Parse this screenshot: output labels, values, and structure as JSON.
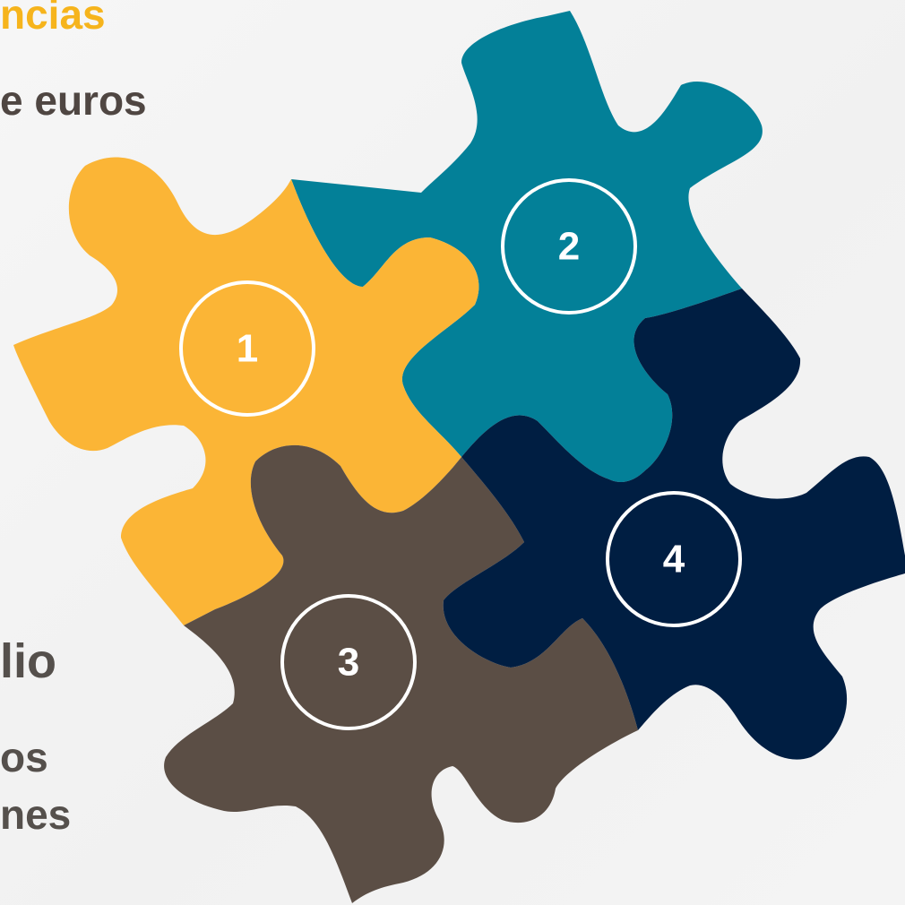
{
  "text": {
    "title_fragment": "ncias",
    "subtitle_fragment": "e euros",
    "heading2_fragment": "lio",
    "line2a_fragment": "os",
    "line2b_fragment": "nes"
  },
  "puzzle": {
    "pieces": [
      {
        "number": "1",
        "color": "#fbb536"
      },
      {
        "number": "2",
        "color": "#038098"
      },
      {
        "number": "3",
        "color": "#5b4e45"
      },
      {
        "number": "4",
        "color": "#001e42"
      }
    ]
  },
  "colors": {
    "accent": "#f6b41c",
    "text_dark": "#55504c"
  }
}
